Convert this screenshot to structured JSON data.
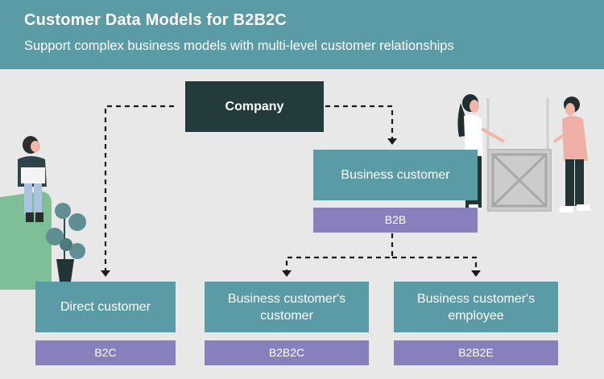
{
  "header": {
    "title": "Customer Data Models for B2B2C",
    "subtitle": "Support complex business models with multi-level customer relationships"
  },
  "nodes": {
    "company": "Company",
    "business_customer": "Business customer",
    "b2b_tag": "B2B",
    "direct_customer": "Direct customer",
    "b2c_tag": "B2C",
    "business_customers_customer": "Business customer's customer",
    "b2b2c_tag": "B2B2C",
    "business_customers_employee": "Business customer's employee",
    "b2b2e_tag": "B2B2E"
  },
  "colors": {
    "header_bg": "#5b9ba5",
    "node_teal": "#5b9ba5",
    "node_dark": "#243b3b",
    "tag_purple": "#8880bd",
    "background": "#e8e8e8"
  }
}
